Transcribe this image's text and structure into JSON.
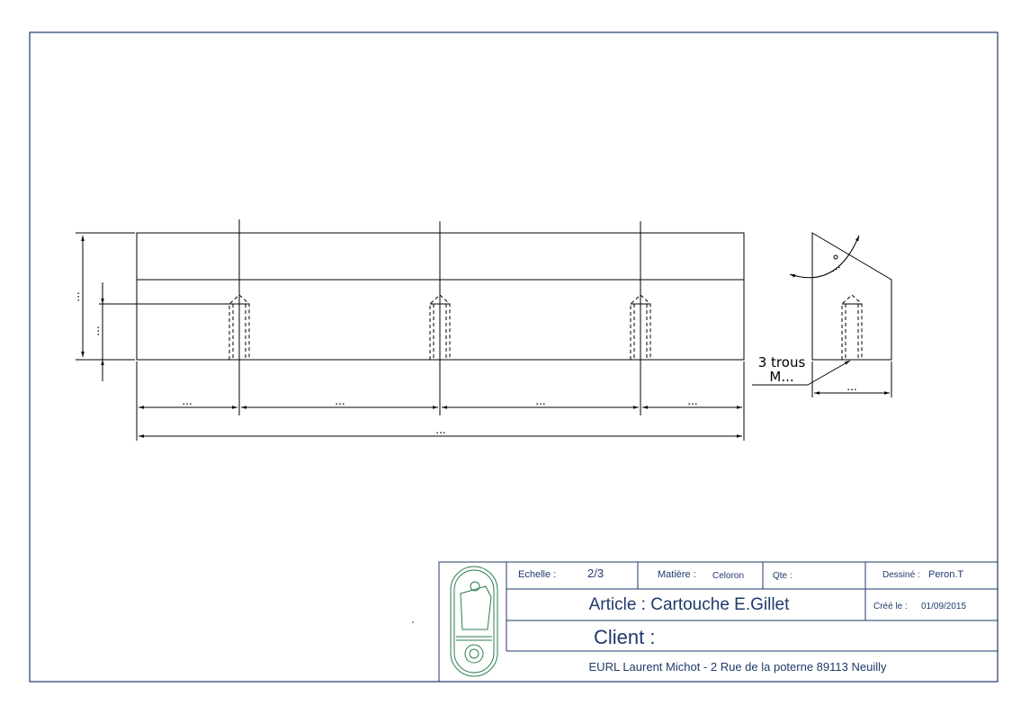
{
  "drawing": {
    "dim_placeholder": "...",
    "hole_note_line1": "3 trous",
    "hole_note_line2": "M...",
    "count_holes": 3
  },
  "title_block": {
    "echelle_label": "Echelle :",
    "echelle_value": "2/3",
    "matiere_label": "Matière :",
    "matiere_value": "Celoron",
    "qte_label": "Qte :",
    "qte_value": "",
    "dessine_label": "Dessiné :",
    "dessine_value": "Peron.T",
    "cree_label": "Créé le :",
    "cree_value": "01/09/2015",
    "article": "Article : Cartouche E.Gillet",
    "client": "Client :",
    "footer": "EURL Laurent Michot - 2 Rue de la poterne 89113 Neuilly"
  },
  "colors": {
    "frame": "#1f3a6b",
    "logo": "#2e7d4f",
    "lines": "#000000"
  }
}
